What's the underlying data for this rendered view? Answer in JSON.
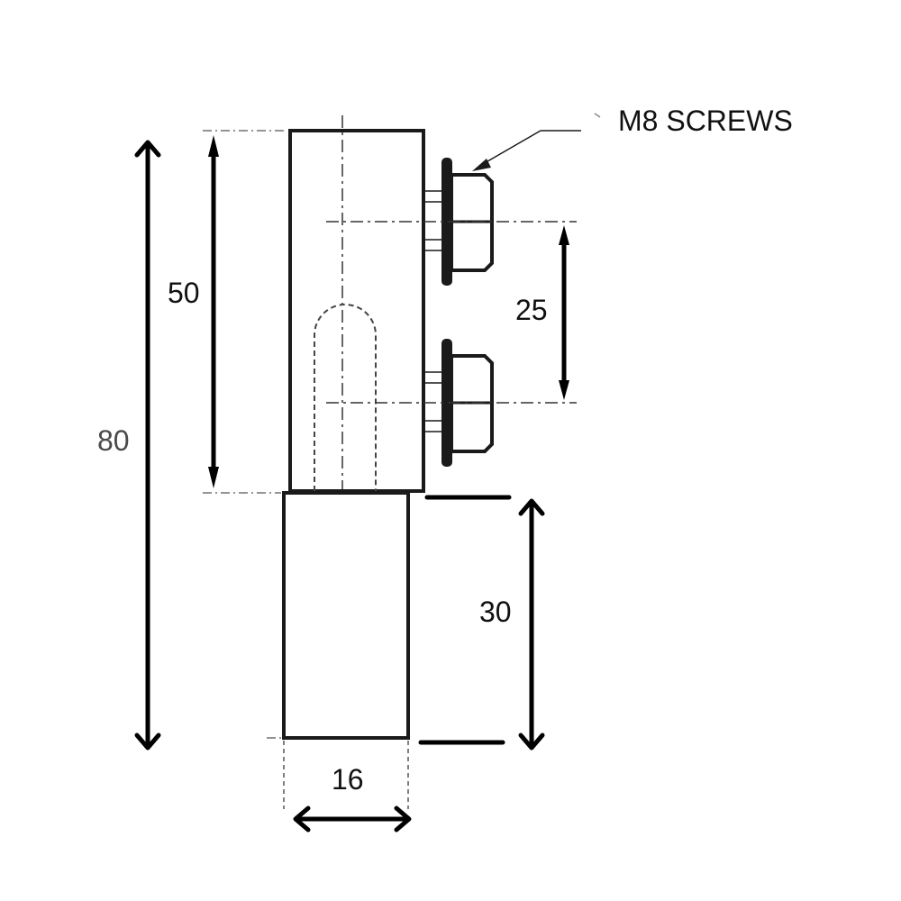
{
  "callout": {
    "label": "M8 SCREWS"
  },
  "dimensions": {
    "overall_height": "80",
    "upper_body_height": "50",
    "screw_spacing": "25",
    "pin_length": "30",
    "pin_width": "16"
  }
}
